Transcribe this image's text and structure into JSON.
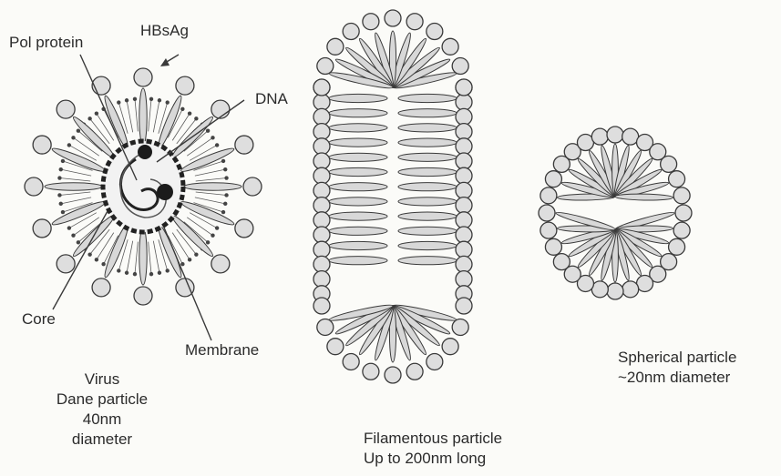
{
  "virus": {
    "labels": {
      "pol_protein": "Pol protein",
      "hbsag": "HBsAg",
      "dna": "DNA",
      "core": "Core",
      "membrane": "Membrane"
    },
    "caption": [
      "Virus",
      "Dane particle",
      "40nm",
      "diameter"
    ]
  },
  "filamentous": {
    "caption": [
      "Filamentous particle",
      "Up to 200nm long"
    ]
  },
  "spherical": {
    "caption": [
      "Spherical particle",
      "~20nm diameter"
    ]
  }
}
